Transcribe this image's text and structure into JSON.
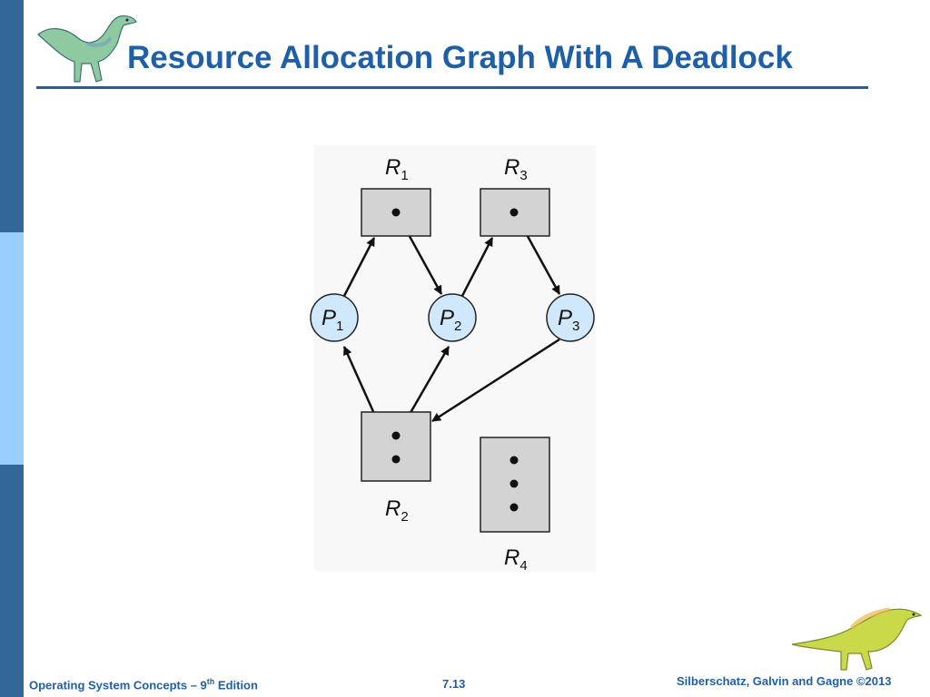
{
  "slide": {
    "title": "Resource Allocation Graph With A Deadlock",
    "footer": {
      "book": "Operating System Concepts – 9",
      "book_sup": "th",
      "book_rest": " Edition",
      "page": "7.13",
      "copyright": "Silberschatz, Galvin and Gagne ©2013"
    }
  },
  "graph": {
    "resources": [
      {
        "name": "R",
        "sub": "1",
        "instances": 1
      },
      {
        "name": "R",
        "sub": "3",
        "instances": 1
      },
      {
        "name": "R",
        "sub": "2",
        "instances": 2
      },
      {
        "name": "R",
        "sub": "4",
        "instances": 3
      }
    ],
    "processes": [
      {
        "name": "P",
        "sub": "1"
      },
      {
        "name": "P",
        "sub": "2"
      },
      {
        "name": "P",
        "sub": "3"
      }
    ],
    "edges": [
      {
        "from": "P1",
        "to": "R1",
        "kind": "request"
      },
      {
        "from": "R1",
        "to": "P2",
        "kind": "assignment"
      },
      {
        "from": "P2",
        "to": "R3",
        "kind": "request"
      },
      {
        "from": "R3",
        "to": "P3",
        "kind": "assignment"
      },
      {
        "from": "P3",
        "to": "R2",
        "kind": "request"
      },
      {
        "from": "R2",
        "to": "P1",
        "kind": "assignment"
      },
      {
        "from": "R2",
        "to": "P2",
        "kind": "assignment"
      }
    ]
  },
  "colors": {
    "sidebar_dark": "#336699",
    "sidebar_light": "#99ccff",
    "title": "#1f5fa8",
    "resource_fill": "#d3d3d3",
    "process_fill": "#cfe8fb"
  }
}
